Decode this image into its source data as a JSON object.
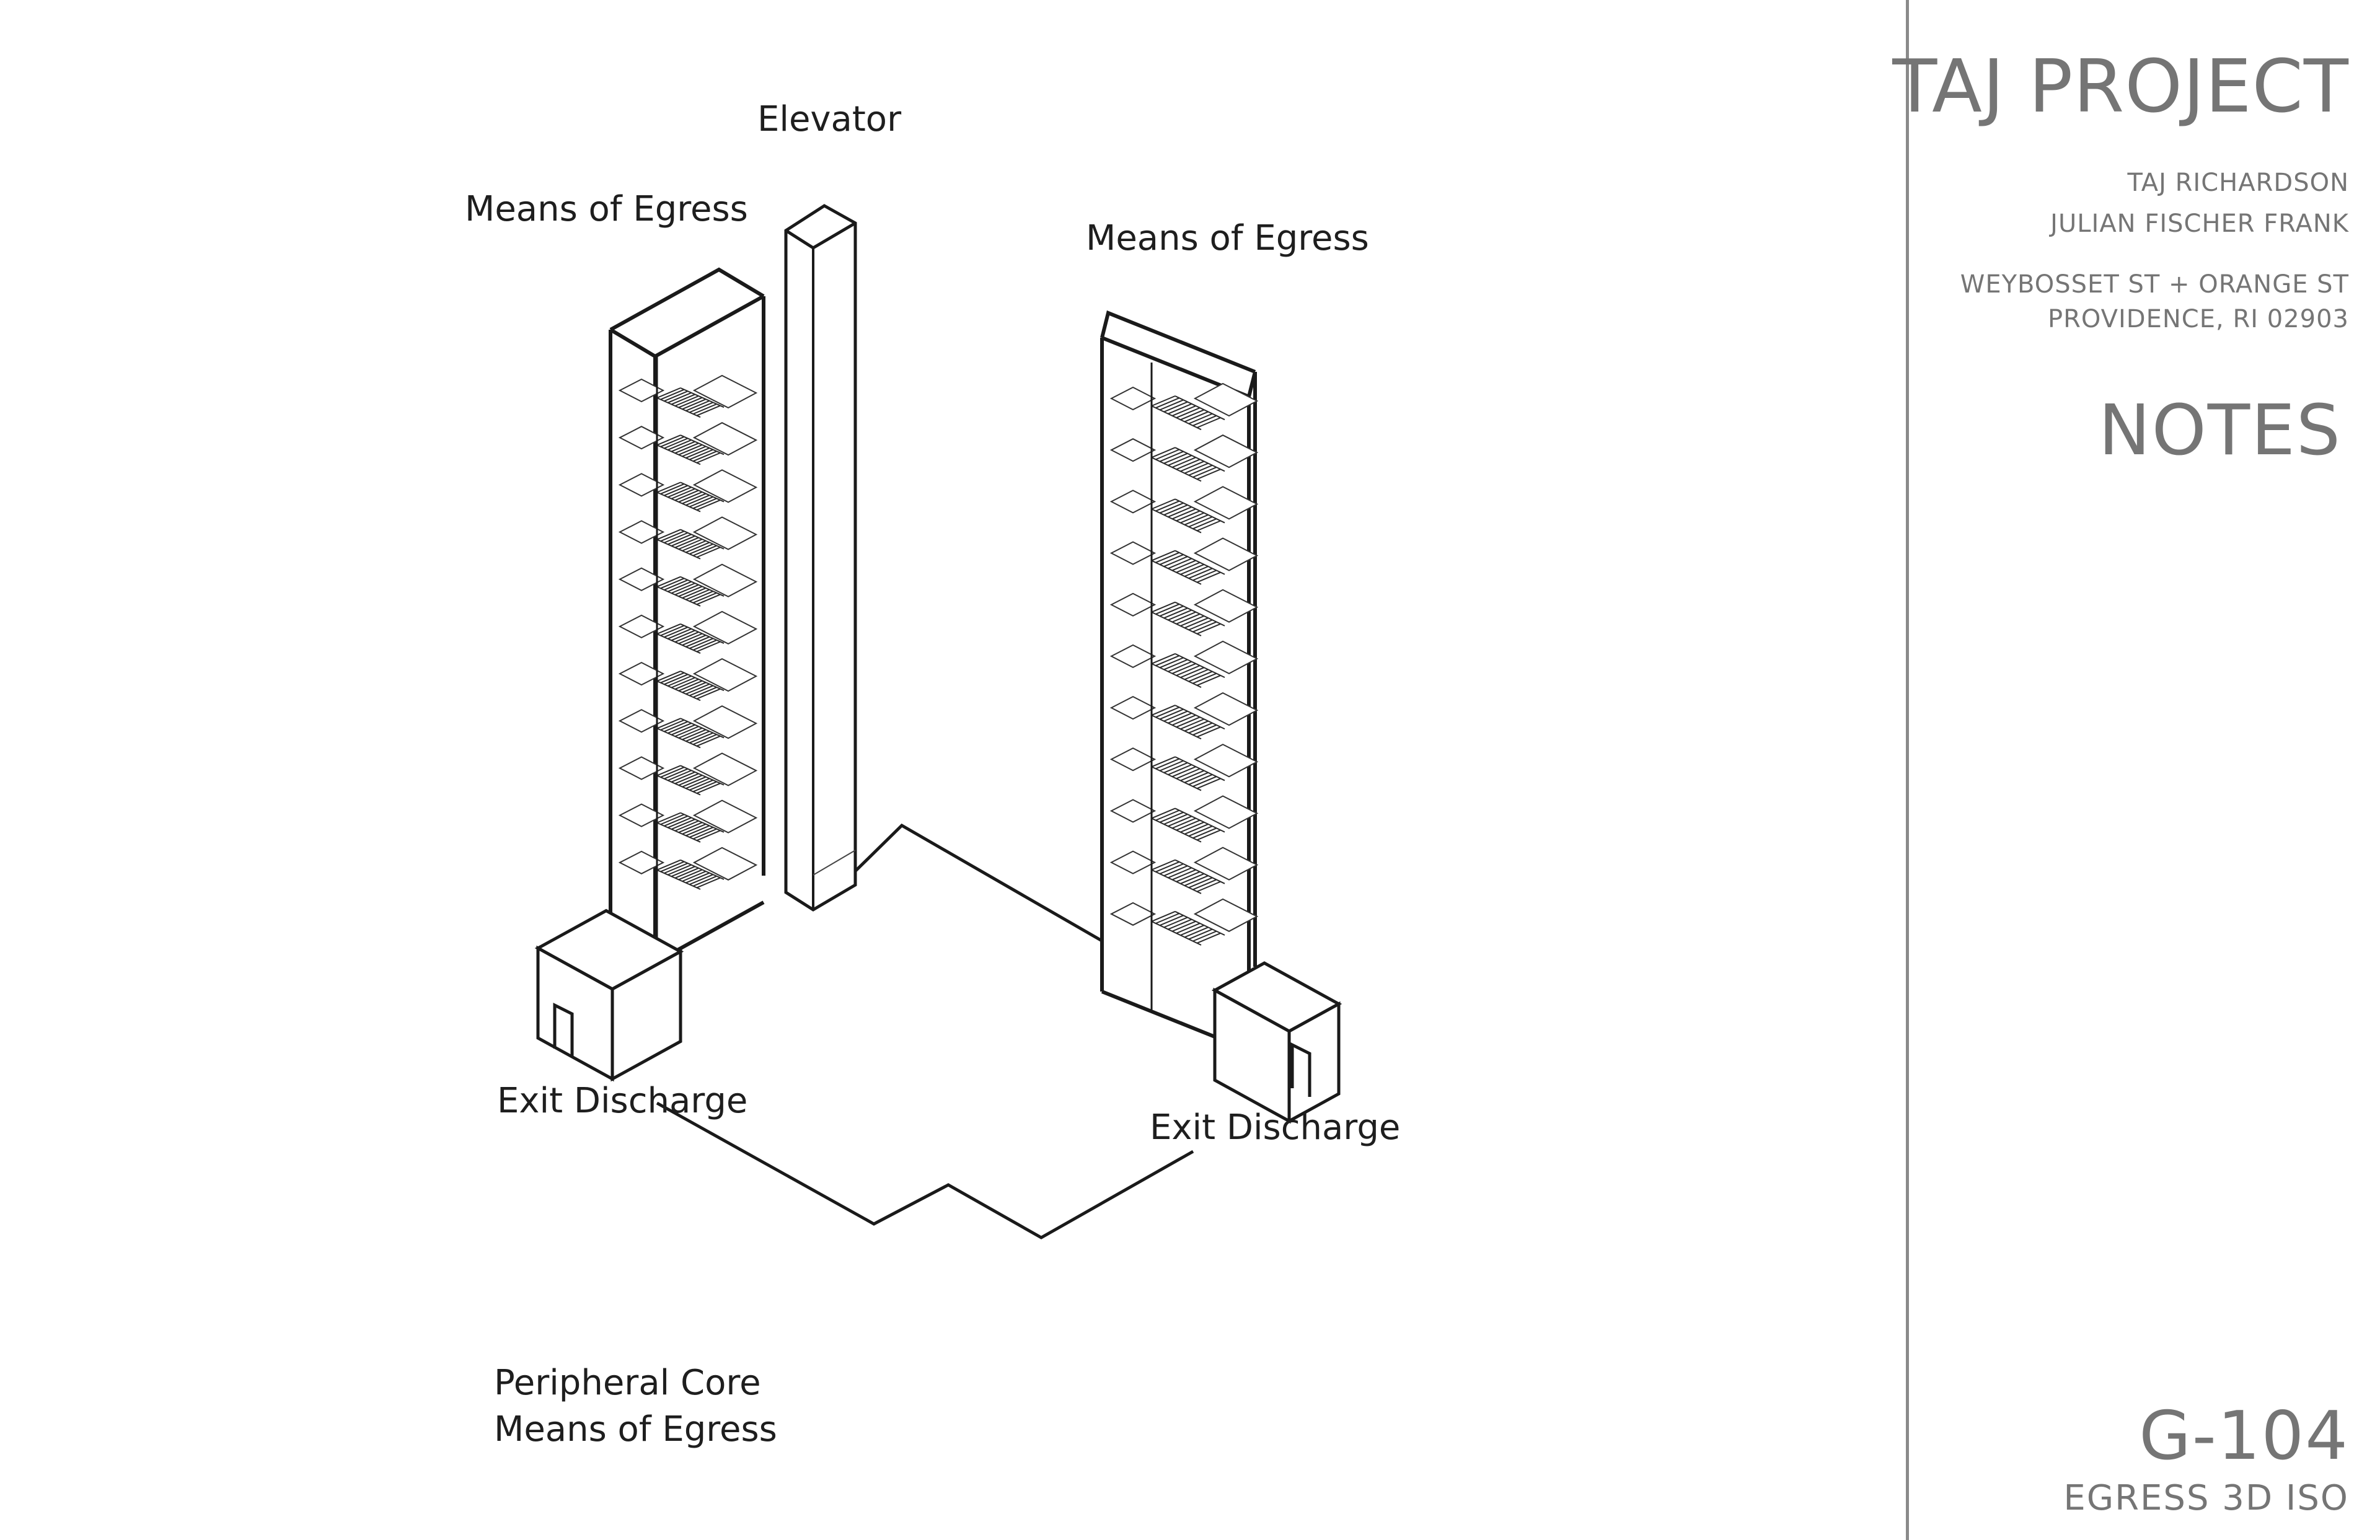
{
  "diagram": {
    "labels": {
      "elevator": "Elevator",
      "egress_left": "Means of Egress",
      "egress_right": "Means of Egress",
      "exit_left": "Exit Discharge",
      "exit_right": "Exit Discharge",
      "caption_line1": "Peripheral Core",
      "caption_line2": "Means of Egress"
    }
  },
  "title_block": {
    "project": "TAJ PROJECT",
    "author1": "TAJ RICHARDSON",
    "author2": "JULIAN FISCHER FRANK",
    "address1": "WEYBOSSET ST + ORANGE ST",
    "address2": "PROVIDENCE, RI 02903",
    "notes": "NOTES",
    "sheet_number": "G-104",
    "sheet_name": "EGRESS 3D ISO"
  }
}
